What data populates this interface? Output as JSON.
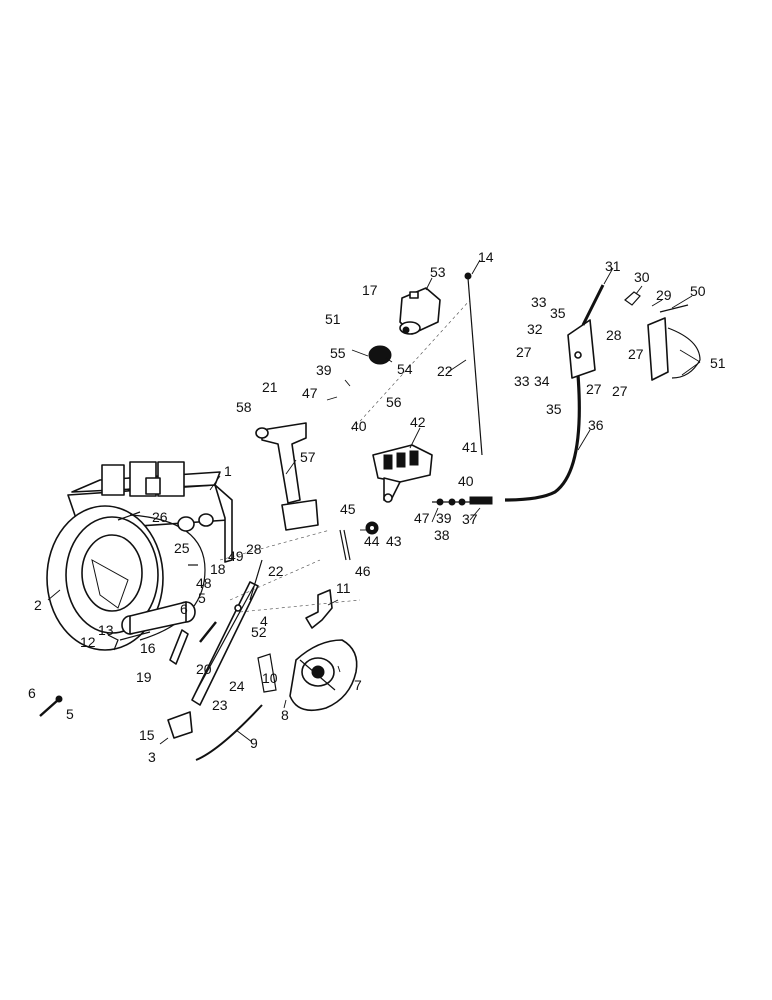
{
  "diagram": {
    "callouts": [
      {
        "id": "c14",
        "text": "14"
      },
      {
        "id": "c53",
        "text": "53"
      },
      {
        "id": "c17",
        "text": "17"
      },
      {
        "id": "c51a",
        "text": "51"
      },
      {
        "id": "c55",
        "text": "55"
      },
      {
        "id": "c54",
        "text": "54"
      },
      {
        "id": "c39a",
        "text": "39"
      },
      {
        "id": "c47a",
        "text": "47"
      },
      {
        "id": "c56",
        "text": "56"
      },
      {
        "id": "c40a",
        "text": "40"
      },
      {
        "id": "c21",
        "text": "21"
      },
      {
        "id": "c58",
        "text": "58"
      },
      {
        "id": "c22a",
        "text": "22"
      },
      {
        "id": "c42",
        "text": "42"
      },
      {
        "id": "c57",
        "text": "57"
      },
      {
        "id": "c41",
        "text": "41"
      },
      {
        "id": "c40b",
        "text": "40"
      },
      {
        "id": "c47b",
        "text": "47"
      },
      {
        "id": "c39b",
        "text": "39"
      },
      {
        "id": "c38",
        "text": "38"
      },
      {
        "id": "c37",
        "text": "37"
      },
      {
        "id": "c44",
        "text": "44"
      },
      {
        "id": "c43",
        "text": "43"
      },
      {
        "id": "c45",
        "text": "45"
      },
      {
        "id": "c46",
        "text": "46"
      },
      {
        "id": "c31",
        "text": "31"
      },
      {
        "id": "c30",
        "text": "30"
      },
      {
        "id": "c29",
        "text": "29"
      },
      {
        "id": "c50",
        "text": "50"
      },
      {
        "id": "c33a",
        "text": "33"
      },
      {
        "id": "c35a",
        "text": "35"
      },
      {
        "id": "c32",
        "text": "32"
      },
      {
        "id": "c27a",
        "text": "27"
      },
      {
        "id": "c33b",
        "text": "33"
      },
      {
        "id": "c34",
        "text": "34"
      },
      {
        "id": "c35b",
        "text": "35"
      },
      {
        "id": "c28a",
        "text": "28"
      },
      {
        "id": "c27b",
        "text": "27"
      },
      {
        "id": "c27c",
        "text": "27"
      },
      {
        "id": "c27d",
        "text": "27"
      },
      {
        "id": "c51b",
        "text": "51"
      },
      {
        "id": "c36",
        "text": "36"
      },
      {
        "id": "c1",
        "text": "1"
      },
      {
        "id": "c26",
        "text": "26"
      },
      {
        "id": "c25",
        "text": "25"
      },
      {
        "id": "c2",
        "text": "2"
      },
      {
        "id": "c49",
        "text": "49"
      },
      {
        "id": "c28b",
        "text": "28"
      },
      {
        "id": "c18",
        "text": "18"
      },
      {
        "id": "c22b",
        "text": "22"
      },
      {
        "id": "c48",
        "text": "48"
      },
      {
        "id": "c5a",
        "text": "5"
      },
      {
        "id": "c4",
        "text": "4"
      },
      {
        "id": "c6a",
        "text": "6"
      },
      {
        "id": "c12",
        "text": "12"
      },
      {
        "id": "c13",
        "text": "13"
      },
      {
        "id": "c16",
        "text": "16"
      },
      {
        "id": "c19",
        "text": "19"
      },
      {
        "id": "c20",
        "text": "20"
      },
      {
        "id": "c52",
        "text": "52"
      },
      {
        "id": "c11",
        "text": "11"
      },
      {
        "id": "c24",
        "text": "24"
      },
      {
        "id": "c10",
        "text": "10"
      },
      {
        "id": "c7",
        "text": "7"
      },
      {
        "id": "c23",
        "text": "23"
      },
      {
        "id": "c8",
        "text": "8"
      },
      {
        "id": "c15",
        "text": "15"
      },
      {
        "id": "c3",
        "text": "3"
      },
      {
        "id": "c9",
        "text": "9"
      },
      {
        "id": "c6b",
        "text": "6"
      },
      {
        "id": "c5b",
        "text": "5"
      }
    ]
  }
}
